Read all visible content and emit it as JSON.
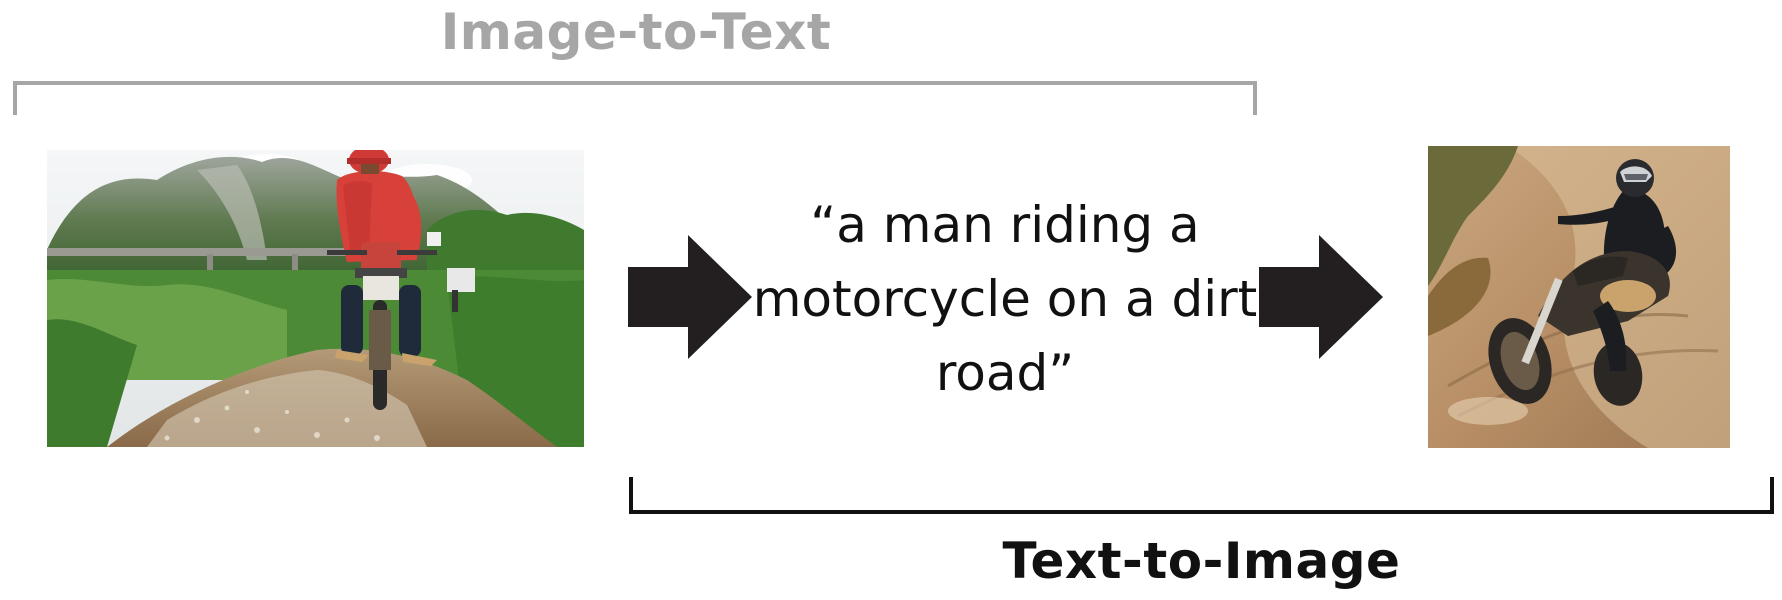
{
  "top_label": "Image-to-Text",
  "bottom_label": "Text-to-Image",
  "caption": "“a man riding a motorcycle on a dirt road”",
  "colors": {
    "top_accent": "#a6a6a6",
    "bottom_accent": "#111111",
    "arrow": "#231f20"
  },
  "icons": {
    "arrow_1": "arrow-right-icon",
    "arrow_2": "arrow-right-icon"
  }
}
